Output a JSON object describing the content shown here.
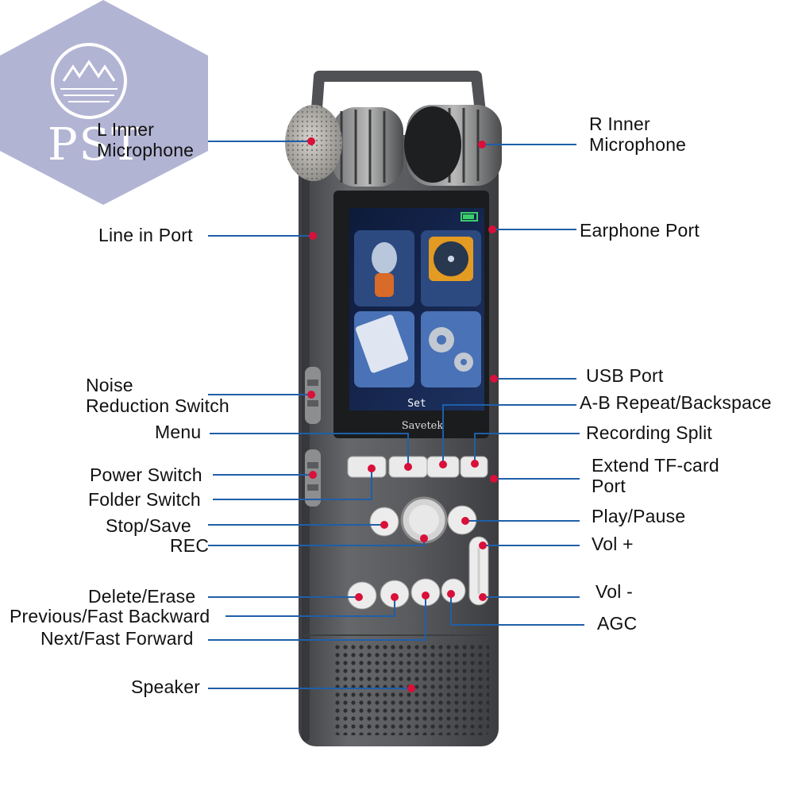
{
  "logo": {
    "text": "PST"
  },
  "device": {
    "brand": "Savetek",
    "screen_label": "Set"
  },
  "colors": {
    "leader": "#1f5fa8",
    "marker": "#d8103a",
    "logo_bg": "#aeb0d2",
    "body": "#5c5d60"
  },
  "labels": {
    "l_inner_mic": "L Inner\nMicrophone",
    "r_inner_mic": "R Inner\nMicrophone",
    "line_in": "Line in Port",
    "earphone": "Earphone Port",
    "noise": "Noise\nReduction Switch",
    "usb": "USB Port",
    "ab_repeat": "A-B Repeat/Backspace",
    "menu": "Menu",
    "rec_split": "Recording Split",
    "extend_tf": "Extend TF-card\nPort",
    "power": "Power Switch",
    "folder": "Folder Switch",
    "stop": "Stop/Save",
    "play": "Play/Pause",
    "rec": "REC",
    "vol_up": "Vol +",
    "delete": "Delete/Erase",
    "vol_down": "Vol -",
    "prev": "Previous/Fast Backward",
    "agc": "AGC",
    "next": "Next/Fast Forward",
    "speaker": "Speaker"
  }
}
